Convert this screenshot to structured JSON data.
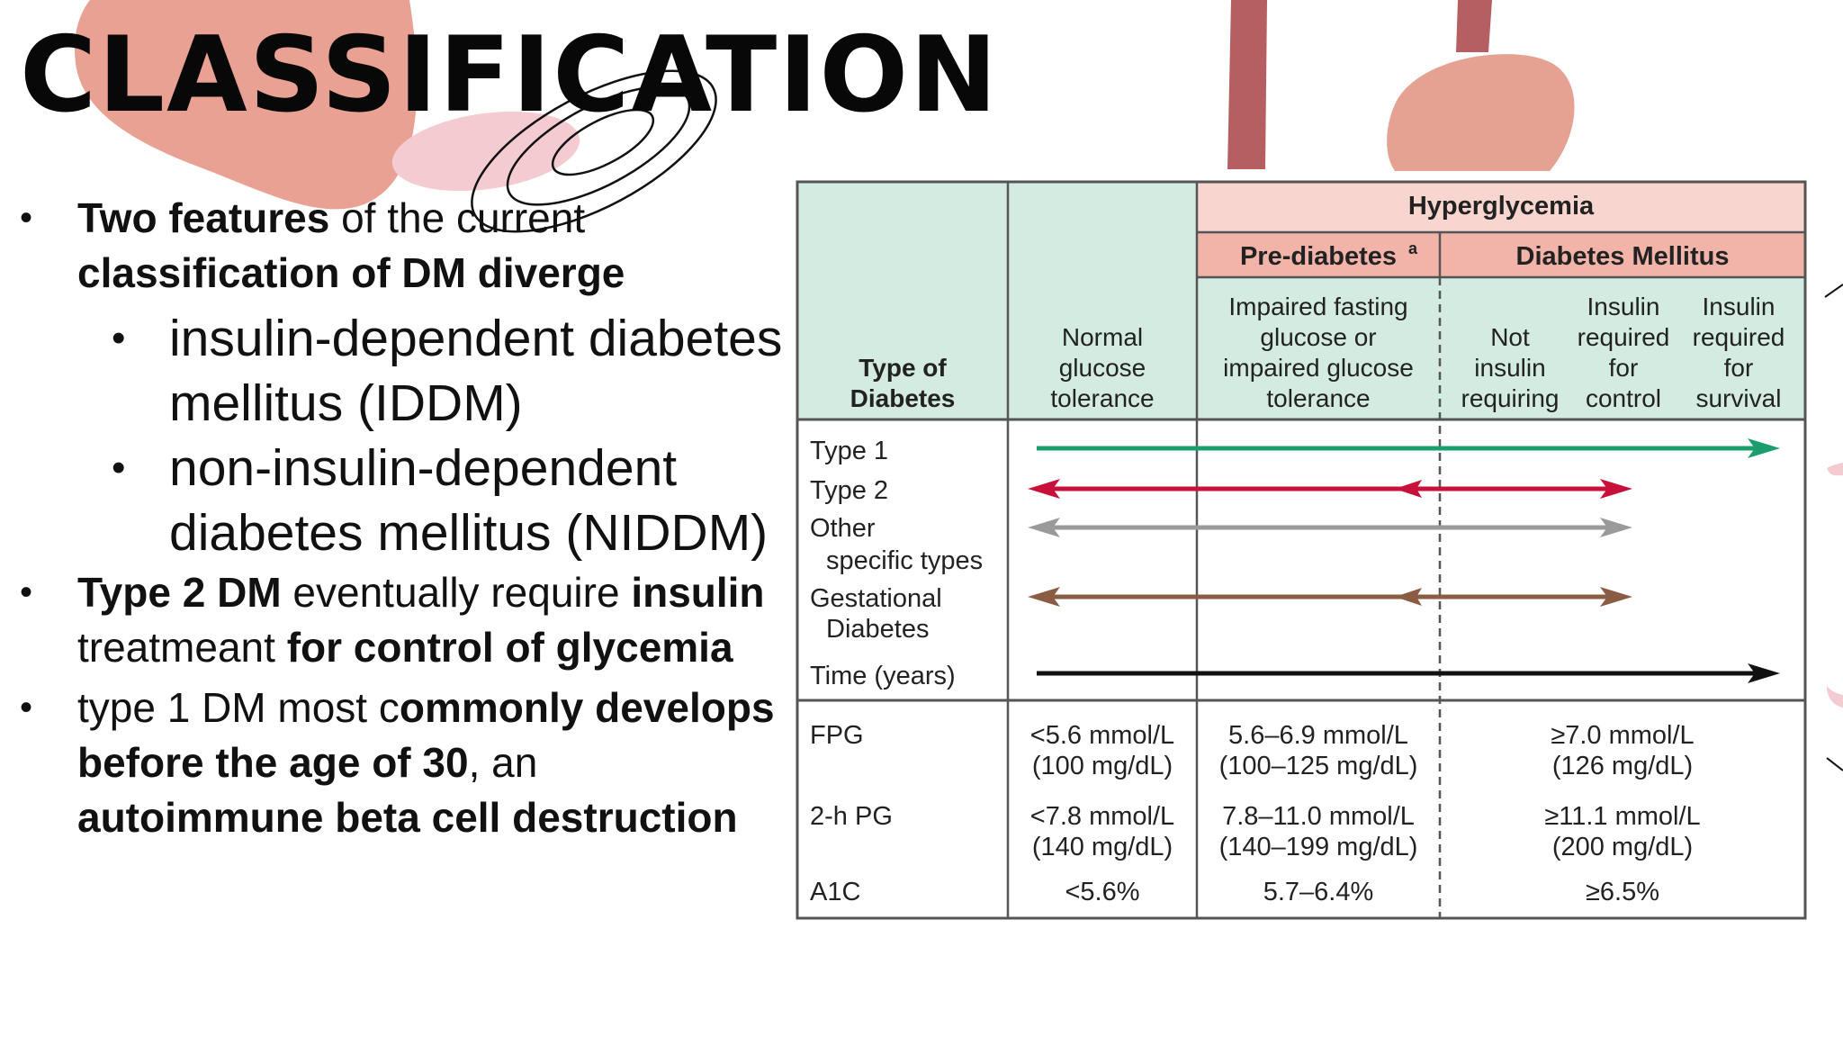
{
  "slide": {
    "title": "CLASSIFICATION",
    "bullets": [
      {
        "runs": [
          {
            "text": "Two features",
            "bold": true
          },
          {
            "text": " of the current ",
            "bold": false
          },
          {
            "text": "classification of DM diverge",
            "bold": true
          }
        ],
        "sub": [
          "insulin-dependent diabetes mellitus (IDDM)",
          "non-insulin-dependent diabetes mellitus (NIDDM)"
        ]
      },
      {
        "runs": [
          {
            "text": "Type 2 DM",
            "bold": true
          },
          {
            "text": " eventually require ",
            "bold": false
          },
          {
            "text": "insulin",
            "bold": true
          },
          {
            "text": " treatmeant ",
            "bold": false
          },
          {
            "text": "for control of glycemia",
            "bold": true
          }
        ],
        "sub": []
      },
      {
        "runs": [
          {
            "text": "type 1 DM most c",
            "bold": false
          },
          {
            "text": "ommonly develops before the age of 30",
            "bold": true
          },
          {
            "text": ", an ",
            "bold": false
          },
          {
            "text": "autoimmune beta cell destruction",
            "bold": true
          }
        ],
        "sub": []
      }
    ]
  },
  "figure": {
    "hyperglycemia": "Hyperglycemia",
    "prediabetes": "Pre-diabetes",
    "prediabetes_note": "a",
    "diabetes_mellitus": "Diabetes Mellitus",
    "col_type": [
      "Type of",
      "Diabetes"
    ],
    "col_normal": [
      "Normal",
      "glucose",
      "tolerance"
    ],
    "col_impaired": [
      "Impaired fasting",
      "glucose or",
      "impaired glucose",
      "tolerance"
    ],
    "col_not_insulin": [
      "Not",
      "insulin",
      "requiring"
    ],
    "col_control": [
      "Insulin",
      "required",
      "for",
      "control"
    ],
    "col_survival": [
      "Insulin",
      "required",
      "for",
      "survival"
    ],
    "rows": [
      {
        "label": [
          "Type 1"
        ],
        "color": "#1a9e6e",
        "range": [
          0,
          5
        ],
        "inner": []
      },
      {
        "label": [
          "Type 2"
        ],
        "color": "#c8103a",
        "range": [
          0,
          4
        ],
        "inner": [
          2
        ]
      },
      {
        "label": [
          "Other",
          "specific types"
        ],
        "color": "#9a9a9a",
        "range": [
          0,
          4
        ],
        "inner": []
      },
      {
        "label": [
          "Gestational",
          "Diabetes"
        ],
        "color": "#8b5c44",
        "range": [
          0,
          4
        ],
        "inner": [
          2
        ]
      },
      {
        "label": [
          "Time (years)"
        ],
        "color": "#111111",
        "range": [
          0,
          5
        ],
        "inner": []
      }
    ],
    "metrics": [
      {
        "label": "FPG",
        "normal": [
          "<5.6 mmol/L",
          "(100 mg/dL)"
        ],
        "pre": [
          "5.6–6.9 mmol/L",
          "(100–125 mg/dL)"
        ],
        "dm": [
          "≥7.0 mmol/L",
          "(126 mg/dL)"
        ]
      },
      {
        "label": "2-h PG",
        "normal": [
          "<7.8 mmol/L",
          "(140 mg/dL)"
        ],
        "pre": [
          "7.8–11.0 mmol/L",
          "(140–199 mg/dL)"
        ],
        "dm": [
          "≥11.1 mmol/L",
          "(200 mg/dL)"
        ]
      },
      {
        "label": "A1C",
        "normal": [
          "<5.6%"
        ],
        "pre": [
          "5.7–6.4%"
        ],
        "dm": [
          "≥6.5%"
        ]
      }
    ],
    "colors": {
      "header_green": "#d3ebe1",
      "header_pink_light": "#f8d6cf",
      "header_pink_mid": "#f2b3a9",
      "border": "#555555"
    }
  },
  "decor": {
    "coral": "#e8a192",
    "pink": "#f4cbd1",
    "maroon": "#b55f63"
  }
}
